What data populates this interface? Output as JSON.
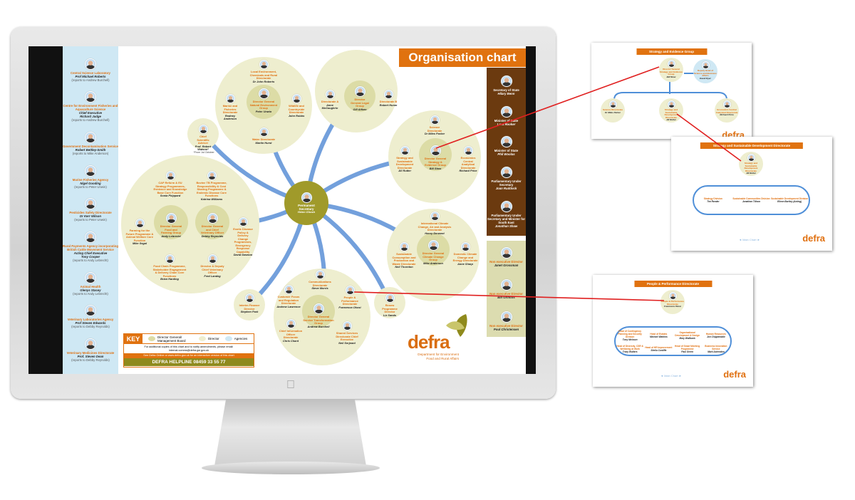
{
  "title": "Organisation chart",
  "agencies": [
    {
      "title": "Central Science Laboratory",
      "name": "Prof Michael Roberts",
      "reports": "(reports to Andrew Burchell)"
    },
    {
      "title": "Centre for Environment Fisheries and Aquaculture Science",
      "role": "Chief Executive",
      "name": "Richard Judge",
      "reports": "(reports to Andrew Burchell)"
    },
    {
      "title": "Government Decontamination Service",
      "name": "Robert Bettley-Smith",
      "reports": "(reports to Mike Anderson)"
    },
    {
      "title": "Marine Fisheries Agency",
      "name": "Nigel Gooding",
      "reports": "(reports to Peter Unwin)"
    },
    {
      "title": "Pesticides Safety Directorate",
      "name": "Dr Kerr Wilson",
      "reports": "(reports to Peter Unwin)"
    },
    {
      "title": "Rural Payments Agency incorporating British Cattle Movement Service",
      "role": "Acting Chief Executive",
      "name": "Tony Cooper",
      "reports": "(reports to Andy Lebrecht)"
    },
    {
      "title": "Animal Health",
      "name": "Glenys Stacey",
      "reports": "(reports to Andy Lebrecht)"
    },
    {
      "title": "Veterinary Laboratories Agency",
      "name": "Prof Steven Edwards",
      "reports": "(reports to Debby Reynolds)"
    },
    {
      "title": "Veterinary Medicines Directorate",
      "name": "Prof. Steven Dean",
      "reports": "(reports to Debby Reynolds)"
    }
  ],
  "ministers": [
    {
      "title": "Secretary of State",
      "name": "Hilary Benn"
    },
    {
      "title": "Minister of State",
      "name": "Lord Rooker"
    },
    {
      "title": "Minister of State",
      "name": "Phil Woolas"
    },
    {
      "title": "Parliamentary Under Secretary",
      "name": "Joan Ruddock"
    },
    {
      "title": "Parliamentary Under Secretary and Minister for South East",
      "name": "Jonathan Shaw"
    }
  ],
  "non_execs": [
    {
      "title": "Non executive Director",
      "name": "Janet Grossman"
    },
    {
      "title": "Non executive Director",
      "name": "Bill Griffiths"
    },
    {
      "title": "Non executive Director",
      "name": "Poul Christensen"
    }
  ],
  "nodes": [
    {
      "title": "Local Environment, Chemicals and Rural Directorate",
      "name": "Dr John Roberts"
    },
    {
      "title": "Director General Natural Environment Group",
      "name": "Peter Unwin"
    },
    {
      "title": "Marine and Fisheries Directorate",
      "name": "Rodney Anderson"
    },
    {
      "title": "Wildlife and Countryside Directorate",
      "name": "John Robbs"
    },
    {
      "title": "Water Directorate",
      "name": "Martin Hurst"
    },
    {
      "title": "Directorate A",
      "name": "Anne McGaughrin"
    },
    {
      "title": "Director General Legal Group",
      "name": "Gill Aitken"
    },
    {
      "title": "Directorate B",
      "name": "Robert Hunm"
    },
    {
      "title": "Chief Scientific Adviser",
      "name": "Prof. Robert Watson*"
    },
    {
      "title": "CAP Reform & EU Strategy Programmes, Evidence and Knowledge Base Core Function",
      "name": "Sonia Phippard"
    },
    {
      "title": "Bovine TB Programme, Responsibility & Cost Sharing Programme & Endemic Disease Core Functions",
      "name": "Katrina Williams"
    },
    {
      "title": "Farming for the Future Programme & Animal Welfare Core Function",
      "name": "Mike Segal"
    },
    {
      "title": "Director General Food and Farming Group",
      "name": "Andy Lebrecht"
    },
    {
      "title": "Director General and Chief Veterinary Officer",
      "name": "Debby Reynolds"
    },
    {
      "title": "Exotic Disease Policy & Delivery Change Programmes, Emergency Response Capability",
      "name": "David Dawson"
    },
    {
      "title": "Food Chain Programme, Stakeholder Engagement & Delivery Chain Core Functions",
      "name": "Brian Harding"
    },
    {
      "title": "Director & Deputy Chief Veterinary Officer",
      "name": "Fred Landeg"
    },
    {
      "title": "Permanent Secretary",
      "name": "Helen Ghosh"
    },
    {
      "title": "Science Directorate",
      "name": "Dr Miles Parker"
    },
    {
      "title": "Director General Strategy & Evidence Group",
      "name": "Bill Stow"
    },
    {
      "title": "Strategy and Sustainable Development Directorate",
      "name": "Jill Rutter"
    },
    {
      "title": "Economics Central Analytical Directorate",
      "name": "Richard Price"
    },
    {
      "title": "International Climate Change, Air and Analysis Directorate",
      "name": "Henry Derwent"
    },
    {
      "title": "Director General Climate Change Group",
      "name": "Mike Anderson"
    },
    {
      "title": "Sustainable Consumption and Production and Waste Directorate",
      "name": "Neil Thornton"
    },
    {
      "title": "Domestic Climate Change and Energy Directorate",
      "name": "Anne Sharp"
    },
    {
      "title": "Communications Directorate",
      "name": "Steve Morris"
    },
    {
      "title": "Customer Focus and Regulation Directorate",
      "name": "Andrew Lawrence"
    },
    {
      "title": "People & Performance Directorate",
      "name": "Francesca Okosi"
    },
    {
      "title": "Director General Service Transformation Group",
      "name": "Andrew Burchell"
    },
    {
      "title": "Chief Information Officer Directorate",
      "name": "Chris Chant"
    },
    {
      "title": "Shared Services Directorate Chief Executive",
      "name": "Neil Serjeant"
    },
    {
      "title": "Interim Finance Director",
      "name": "Stephen Park"
    },
    {
      "title": "Renew Programme Director",
      "name": "Liz Sands"
    }
  ],
  "chief_scientist_note": "*From 1st October",
  "key": {
    "label": "KEY",
    "dg": "Director General/ Management Board",
    "director": "Director",
    "agencies": "Agencies",
    "copies": "For additional copies of this chart and to notify amendments, please email:",
    "email": "internal.comms@defra.gsi.gov.uk",
    "online": "See Defra Online or www.defra.gov.uk for an interactive version of this chart",
    "helpline": "DEFRA HELPLINE 08459 33 55 77"
  },
  "logo": {
    "word": "defra",
    "line1": "Department for Environment",
    "line2": "Food and Rural Affairs"
  },
  "colors": {
    "orange": "#e0720f",
    "brown": "#6b3a0f",
    "olive": "#a09a2a",
    "cream": "#eeeecf",
    "agency_blue": "#cfe8f4",
    "connector": "#5b8fd6",
    "link_red": "#e02020"
  },
  "panels": [
    {
      "title": "Strategy and Evidence Group",
      "head": {
        "title": "Director General Strategy and Evidence Group",
        "name": "Bill Stow"
      },
      "side": {
        "title": "Deputy Head of Science and Business Affairs",
        "name": "David Dyer"
      },
      "children": [
        {
          "title": "Science Directorate",
          "name": "Dr Miles Parker"
        },
        {
          "title": "Strategy and Sustainable Development Directorate",
          "name": "Jill Rutter"
        },
        {
          "title": "Economics Central Analytical Directorate",
          "name": "Richard Price"
        }
      ]
    },
    {
      "title": "Strategy and Sustainable Development Directorate",
      "head": {
        "title": "Strategy and Sustainable Development Directorate",
        "name": "Jill Rutter"
      },
      "divisions": [
        {
          "title": "Strategy Division",
          "name": "Tim Render"
        },
        {
          "title": "Sustainable Communities Division",
          "name": "Jonathan Tillson"
        },
        {
          "title": "Sustainable Development Division",
          "name": "Eileen Bartley (Acting)"
        }
      ],
      "nav": "◄ Main Chart ►"
    },
    {
      "title": "People & Performance Directorate",
      "head": {
        "title": "People & Performance Directorate",
        "name": "Francesca Okosi"
      },
      "divisions": [
        {
          "title": "Head of Contingency Planning and Security Division",
          "name": "Tony Nickson"
        },
        {
          "title": "Head of Estates",
          "name": "Michael Watkins"
        },
        {
          "title": "Organisational Development & Design",
          "name": "Mary Wallbank"
        },
        {
          "title": "Human Resources",
          "name": "Jon Chippendale"
        },
        {
          "title": "Head of Diversity, CSR & Wellbeing at Work",
          "name": "Tracy Walters"
        },
        {
          "title": "Head of HR Improvement",
          "name": "Sheila Cunliffe"
        },
        {
          "title": "Head of Smart Working Programme",
          "name": "Paul Green"
        },
        {
          "title": "Business Innovation Service",
          "name": "Mark Ashenden"
        }
      ],
      "nav": "◄ Main Chart ►"
    }
  ]
}
